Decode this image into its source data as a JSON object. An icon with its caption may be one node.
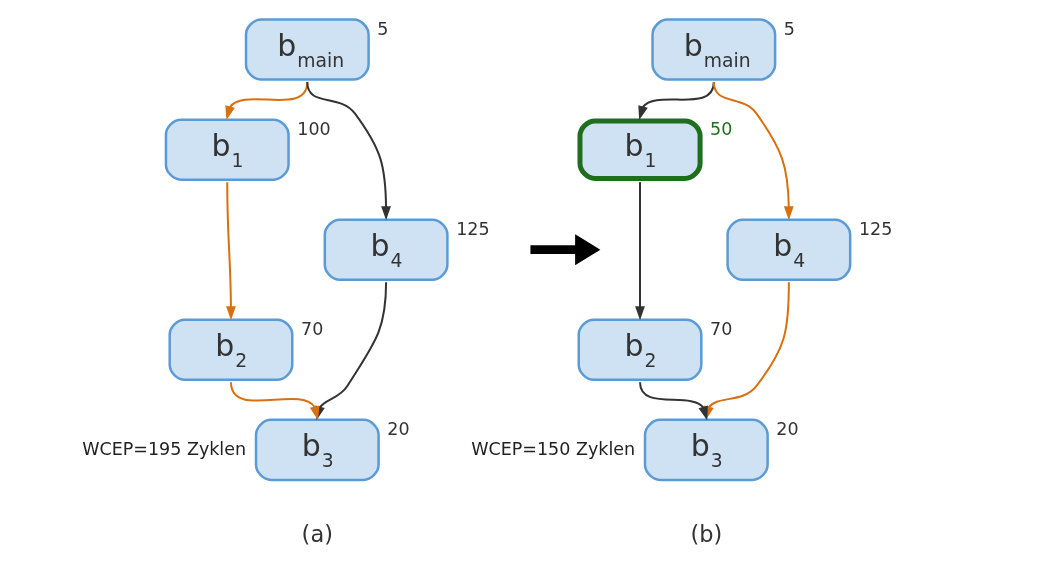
{
  "diagram": {
    "nodes": [
      {
        "text": [
          "b$_{main}$"
        ],
        "beside": [
          "5"
        ]
      },
      {
        "text": [
          "b$_{1}$"
        ],
        "beside": [
          "100"
        ]
      },
      {
        "text": [
          "b$_{4}$"
        ],
        "beside": [
          "125"
        ]
      },
      {
        "text": [
          "b$_{2}$"
        ],
        "beside": [
          "70"
        ]
      },
      {
        "text": [
          "b$_{3}$"
        ],
        "beside": [
          "WCEP=195 Zyklen",
          "20"
        ]
      },
      {
        "text": [
          "b$_{main}$"
        ],
        "beside": [
          "5"
        ]
      },
      {
        "text": [
          "b$_{1}$"
        ],
        "beside": [
          "50"
        ]
      },
      {
        "text": [
          "b$_{4}$"
        ],
        "beside": [
          "125"
        ]
      },
      {
        "text": [
          "b$_{2}$"
        ],
        "beside": [
          "70"
        ]
      },
      {
        "text": [
          "b$_{3}$"
        ],
        "beside": [
          "WCEP=150 Zyklen",
          "20"
        ]
      }
    ],
    "edges": [
      {
        "from": 0,
        "to": 1,
        "arrow": "to",
        "color": "#d9700f"
      },
      {
        "from": 0,
        "to": 2,
        "arrow": "to",
        "color": "#333333"
      },
      {
        "from": 1,
        "to": 3,
        "arrow": "to",
        "color": "#d9700f"
      },
      {
        "from": 3,
        "to": 4,
        "arrow": "to",
        "color": "#d9700f"
      },
      {
        "from": 2,
        "to": 4,
        "arrow": "to",
        "color": "#333333"
      },
      {
        "from": 5,
        "to": 6,
        "arrow": "to",
        "color": "#333333"
      },
      {
        "from": 5,
        "to": 7,
        "arrow": "to",
        "color": "#d9700f"
      },
      {
        "from": 6,
        "to": 8,
        "arrow": "to",
        "color": "#333333"
      },
      {
        "from": 8,
        "to": 9,
        "arrow": "to",
        "color": "#333333"
      },
      {
        "from": 7,
        "to": 9,
        "arrow": "to",
        "color": "#d9700f"
      }
    ],
    "labels": [
      "(a)",
      "(b)"
    ]
  }
}
